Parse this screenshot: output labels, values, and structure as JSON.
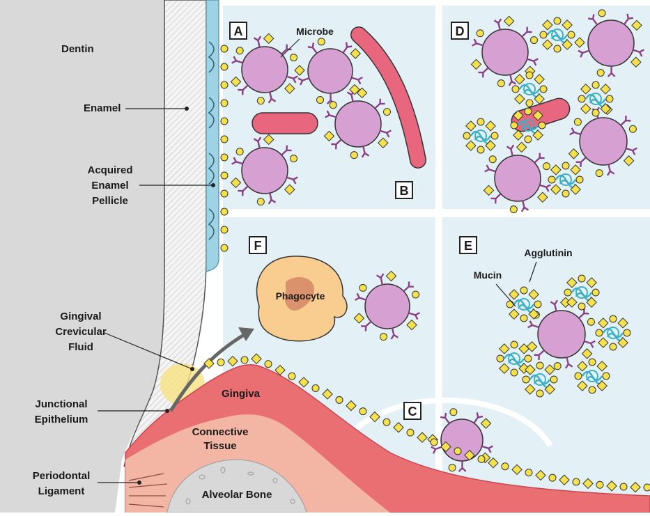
{
  "labels": {
    "dentin": "Dentin",
    "enamel": "Enamel",
    "pellicle": [
      "Acquired",
      "Enamel",
      "Pellicle"
    ],
    "gcf": [
      "Gingival",
      "Crevicular",
      "Fluid"
    ],
    "junctional": [
      "Junctional",
      "Epithelium"
    ],
    "periodontal": [
      "Periodontal",
      "Ligament"
    ],
    "gingiva": "Gingiva",
    "connective": [
      "Connective",
      "Tissue"
    ],
    "bone": "Alveolar Bone",
    "microbe": "Microbe",
    "phagocyte": "Phagocyte",
    "mucin": "Mucin",
    "agglutinin": "Agglutinin"
  },
  "panels": [
    "A",
    "B",
    "C",
    "D",
    "E",
    "F"
  ],
  "colors": {
    "microbe": "#d7a0d3",
    "rod": "#e8677f",
    "phagocyte": "#f9cc8f",
    "nucleus": "#d9926c",
    "antibody": "#8a3f86",
    "antigen": "#f4e14b",
    "mucin": "#3fb0c4",
    "panel_bg": "#e3f1f6",
    "gingiva": "#ea6f72",
    "connective": "#f4b6a4",
    "bone": "#d8d8d8",
    "dentin": "#d9d9d9",
    "pellicle": "#9fd3e3"
  }
}
